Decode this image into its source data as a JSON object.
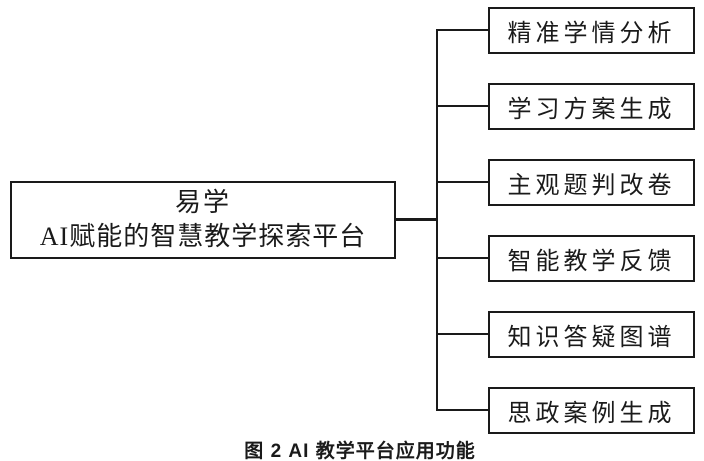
{
  "root": {
    "line1": "易学",
    "line2": "AI赋能的智慧教学探索平台"
  },
  "branches": [
    {
      "label": "精准学情分析"
    },
    {
      "label": "学习方案生成"
    },
    {
      "label": "主观题判改卷"
    },
    {
      "label": "智能教学反馈"
    },
    {
      "label": "知识答疑图谱"
    },
    {
      "label": "思政案例生成"
    }
  ],
  "caption": "图 2 AI 教学平台应用功能",
  "colors": {
    "line": "#1a1a1a",
    "background": "#ffffff",
    "text": "#1a1a1a"
  }
}
